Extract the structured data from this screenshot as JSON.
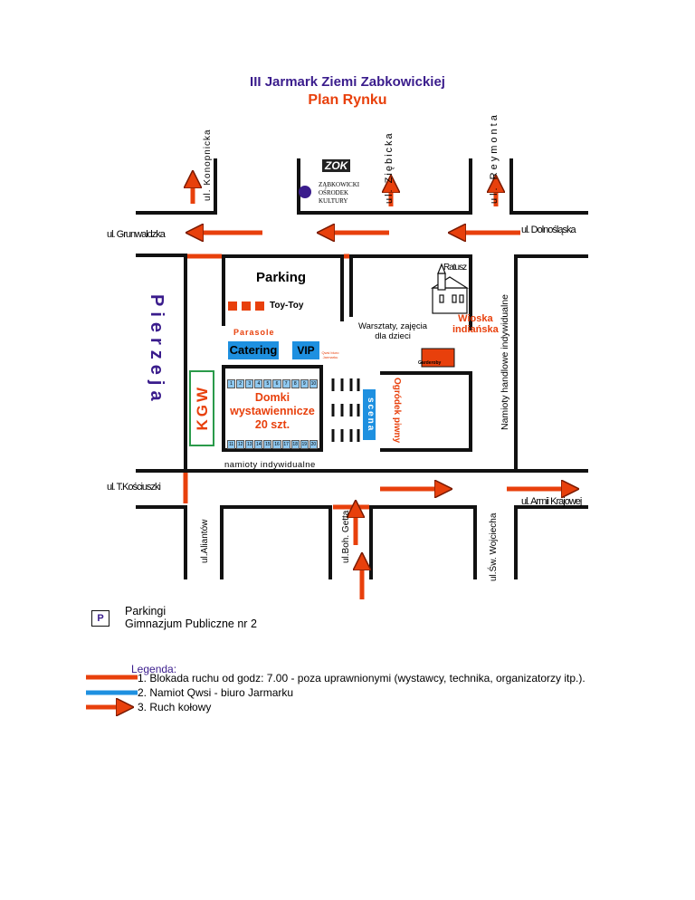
{
  "title": "III Jarmark Ziemi Zabkowickiej",
  "subtitle": "Plan Rynku",
  "streets": {
    "konopnicka": "ul. Konopnicka",
    "ziebicka": "ul. Ziębicka",
    "reymonta": "ul. Reymonta",
    "grunwaldzka": "ul. Grunwaldzka",
    "dolnoslaska": "ul. Dolnośląska",
    "kosciuszki": "ul. T.Kościuszki",
    "armii": "ul. Armii Krajowej",
    "aliantow": "ul.Aliantów",
    "getta": "ul.Boh. Getta",
    "wojciecha": "ul.Św. Wojciecha",
    "pierzeja": "Pierzeja"
  },
  "zok": {
    "logo": "ZOK",
    "name1": "ZĄBKOWICKI",
    "name2": "OŚRODEK",
    "name3": "KULTURY"
  },
  "places": {
    "parking": "Parking",
    "toytoy": "Toy-Toy",
    "ratusz": "Ratusz",
    "parasole": "Parasole",
    "catering": "Catering",
    "vip": "VIP",
    "biuro": "Qwsi biuro Jarmarku",
    "warsztaty1": "Warsztaty, zajęcia",
    "warsztaty2": "dla dzieci",
    "wioska1": "Wioska",
    "wioska2": "indiańska",
    "namioty_handlowe": "Namioty handlowe indywidualne",
    "garderoby": "Garderoby",
    "scena": "scena",
    "ogrodek": "Ogródek piwny",
    "kgw": "KGW",
    "domki1": "Domki",
    "domki2": "wystawiennicze",
    "domki3": "20 szt.",
    "namioty": "namioty indywidualne"
  },
  "stalls_top": [
    "1",
    "2",
    "3",
    "4",
    "5",
    "6",
    "7",
    "8",
    "9",
    "10"
  ],
  "stalls_bottom": [
    "11",
    "12",
    "13",
    "14",
    "15",
    "16",
    "17",
    "18",
    "19",
    "20"
  ],
  "parking_info": {
    "symbol": "P",
    "line1": "Parkingi",
    "line2": "Gimnazjum Publiczne nr 2"
  },
  "legend": {
    "title": "Legenda:",
    "items": [
      "1. Blokada ruchu od godz: 7.00 - poza uprawnionymi (wystawcy, technika, organizatorzy itp.).",
      "2. Namiot Qwsi - biuro Jarmarku",
      "3. Ruch kołowy"
    ]
  },
  "colors": {
    "red": "#e8400c",
    "blue": "#1e90e0",
    "purple": "#3a1c8c",
    "green": "#2a9a4a"
  }
}
